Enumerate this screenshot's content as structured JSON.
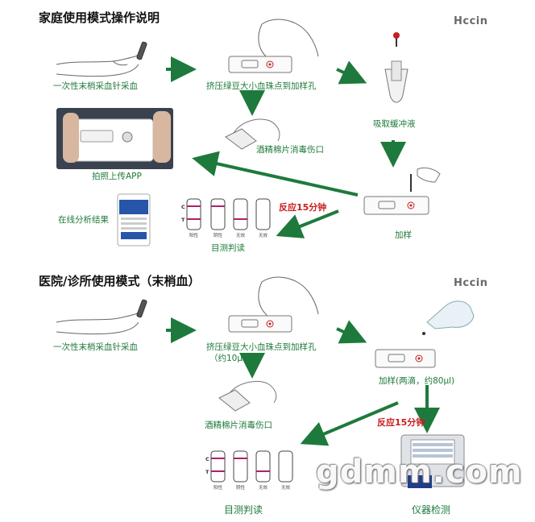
{
  "section1": {
    "title": "家庭使用模式操作说明",
    "logo": "Hccin",
    "steps": {
      "lancet": "一次性末梢采血针采血",
      "squeeze": "挤压绿豆大小血珠点到加样孔",
      "buffer": "吸取缓冲液",
      "alcohol": "酒精棉片消毒伤口",
      "photo": "拍照上传APP",
      "add": "加样",
      "react": "反应15分钟",
      "online": "在线分析结果",
      "visual": "目测判读"
    },
    "strip_labels": [
      "阳性",
      "阴性",
      "无效",
      "无效"
    ],
    "line_labels": {
      "c": "C",
      "t": "T"
    }
  },
  "section2": {
    "title": "医院/诊所使用模式（末梢血）",
    "logo": "Hccin",
    "steps": {
      "lancet": "一次性末梢采血针采血",
      "squeeze": "挤压绿豆大小血珠点到加样孔",
      "squeeze_note": "（约10μl）",
      "add": "加样(两滴，约80μl)",
      "react": "反应15分钟",
      "alcohol": "酒精棉片消毒伤口",
      "visual": "目测判读",
      "instrument": "仪器检测"
    },
    "strip_labels": [
      "阳性",
      "阴性",
      "无效",
      "无效"
    ],
    "line_labels": {
      "c": "C",
      "t": "T"
    }
  },
  "watermark": "gdmm.com",
  "colors": {
    "arrow": "#1e7a3c",
    "label": "#1d7a3a",
    "react": "#c81e1e",
    "strip_line": "#b0206a"
  }
}
